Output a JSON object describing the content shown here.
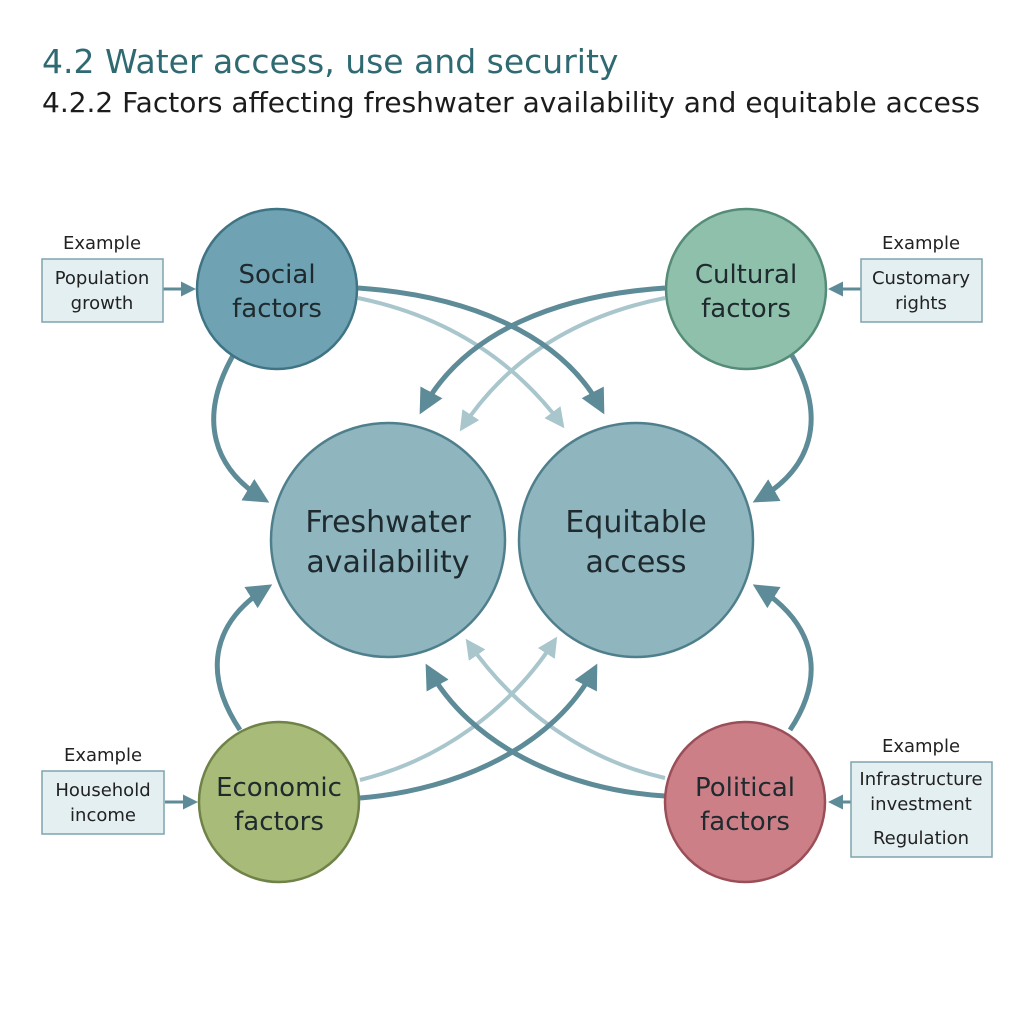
{
  "header": {
    "title": "4.2 Water access, use and security",
    "subtitle": "4.2.2 Factors affecting freshwater availability and equitable access"
  },
  "colors": {
    "title": "#2f6a72",
    "arrow_dark": "#5d8b97",
    "arrow_light": "#a9c6cd",
    "central": "#8fb6bf",
    "social": "#6fa2b2",
    "cultural": "#8fc0ab",
    "economic": "#a8bb78",
    "political": "#cd7f88",
    "example_box": "#e4eff1"
  },
  "central_nodes": {
    "freshwater": {
      "line1": "Freshwater",
      "line2": "availability"
    },
    "equitable": {
      "line1": "Equitable",
      "line2": "access"
    }
  },
  "factors": {
    "social": {
      "line1": "Social",
      "line2": "factors",
      "example_label": "Example",
      "example_lines": [
        "Population",
        "growth"
      ]
    },
    "cultural": {
      "line1": "Cultural",
      "line2": "factors",
      "example_label": "Example",
      "example_lines": [
        "Customary",
        "rights"
      ]
    },
    "economic": {
      "line1": "Economic",
      "line2": "factors",
      "example_label": "Example",
      "example_lines": [
        "Household",
        "income"
      ]
    },
    "political": {
      "line1": "Political",
      "line2": "factors",
      "example_label": "Example",
      "example_lines": [
        "Infrastructure",
        "investment",
        "Regulation"
      ]
    }
  }
}
